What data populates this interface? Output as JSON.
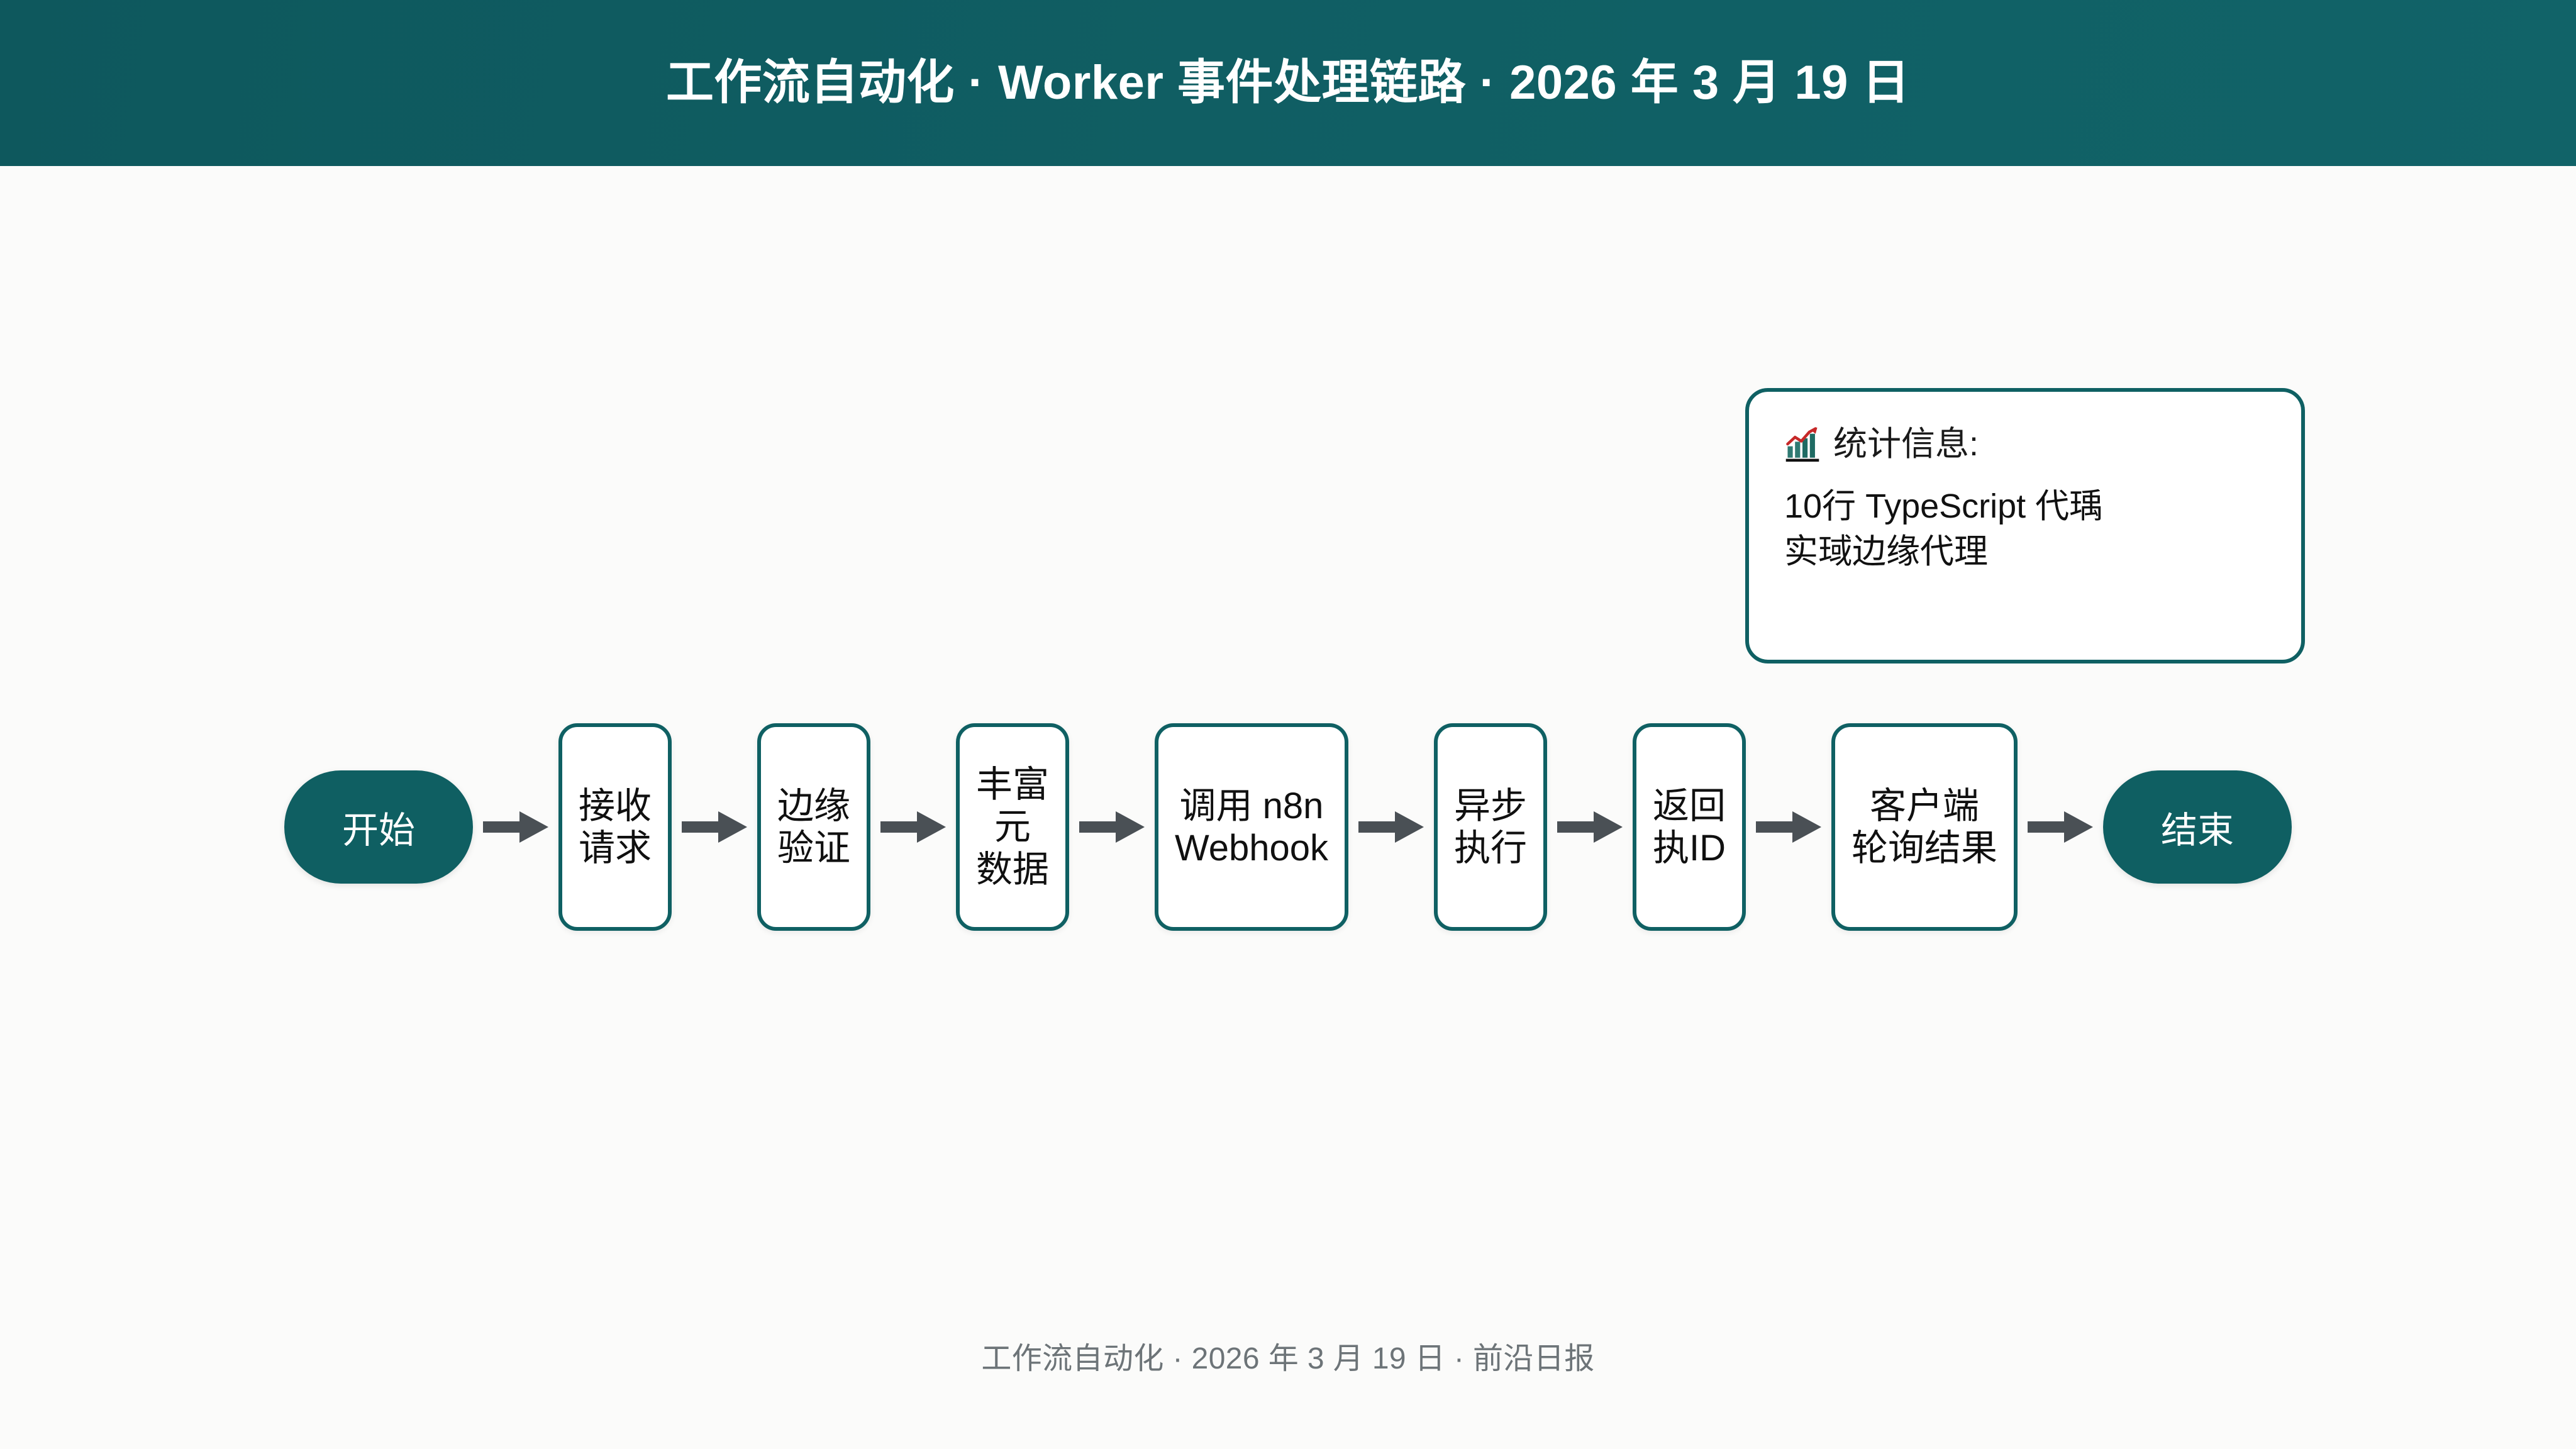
{
  "header": {
    "title": "工作流自动化 · Worker 事件处理链路 · 2026 年 3 月 19 日",
    "background_color": "#0f5b60",
    "text_color": "#ffffff"
  },
  "theme": {
    "accent": "#0f6063",
    "node_fill": "#ffffff",
    "terminal_fill": "#0f5f62",
    "arrow_color": "#4a5055",
    "canvas_background": "#fbfbfa",
    "footer_text_color": "#6d7478"
  },
  "callout": {
    "icon": "chart-increasing-icon",
    "heading": "统计信息:",
    "lines": [
      "10行 TypeScript 代瑀",
      "实琙边缘代理"
    ]
  },
  "flow": {
    "nodes": [
      {
        "id": "start",
        "label": "开始",
        "type": "terminal"
      },
      {
        "id": "receive",
        "label": "接收\n请求",
        "type": "process"
      },
      {
        "id": "verify",
        "label": "边缘\n验证",
        "type": "process"
      },
      {
        "id": "enrich",
        "label": "丰富\n元\n数据",
        "type": "process"
      },
      {
        "id": "call-n8n",
        "label": "调用 n8n\nWebhook",
        "type": "process"
      },
      {
        "id": "async-exec",
        "label": "异步\n执行",
        "type": "process"
      },
      {
        "id": "return-id",
        "label": "返回\n执ID",
        "type": "process"
      },
      {
        "id": "client-poll",
        "label": "客户端\n轮询结果",
        "type": "process"
      },
      {
        "id": "end",
        "label": "结束",
        "type": "terminal"
      }
    ],
    "arrow_count": 8
  },
  "footer": {
    "text": "工作流自动化 · 2026 年 3 月 19 日 · 前沿日报"
  }
}
